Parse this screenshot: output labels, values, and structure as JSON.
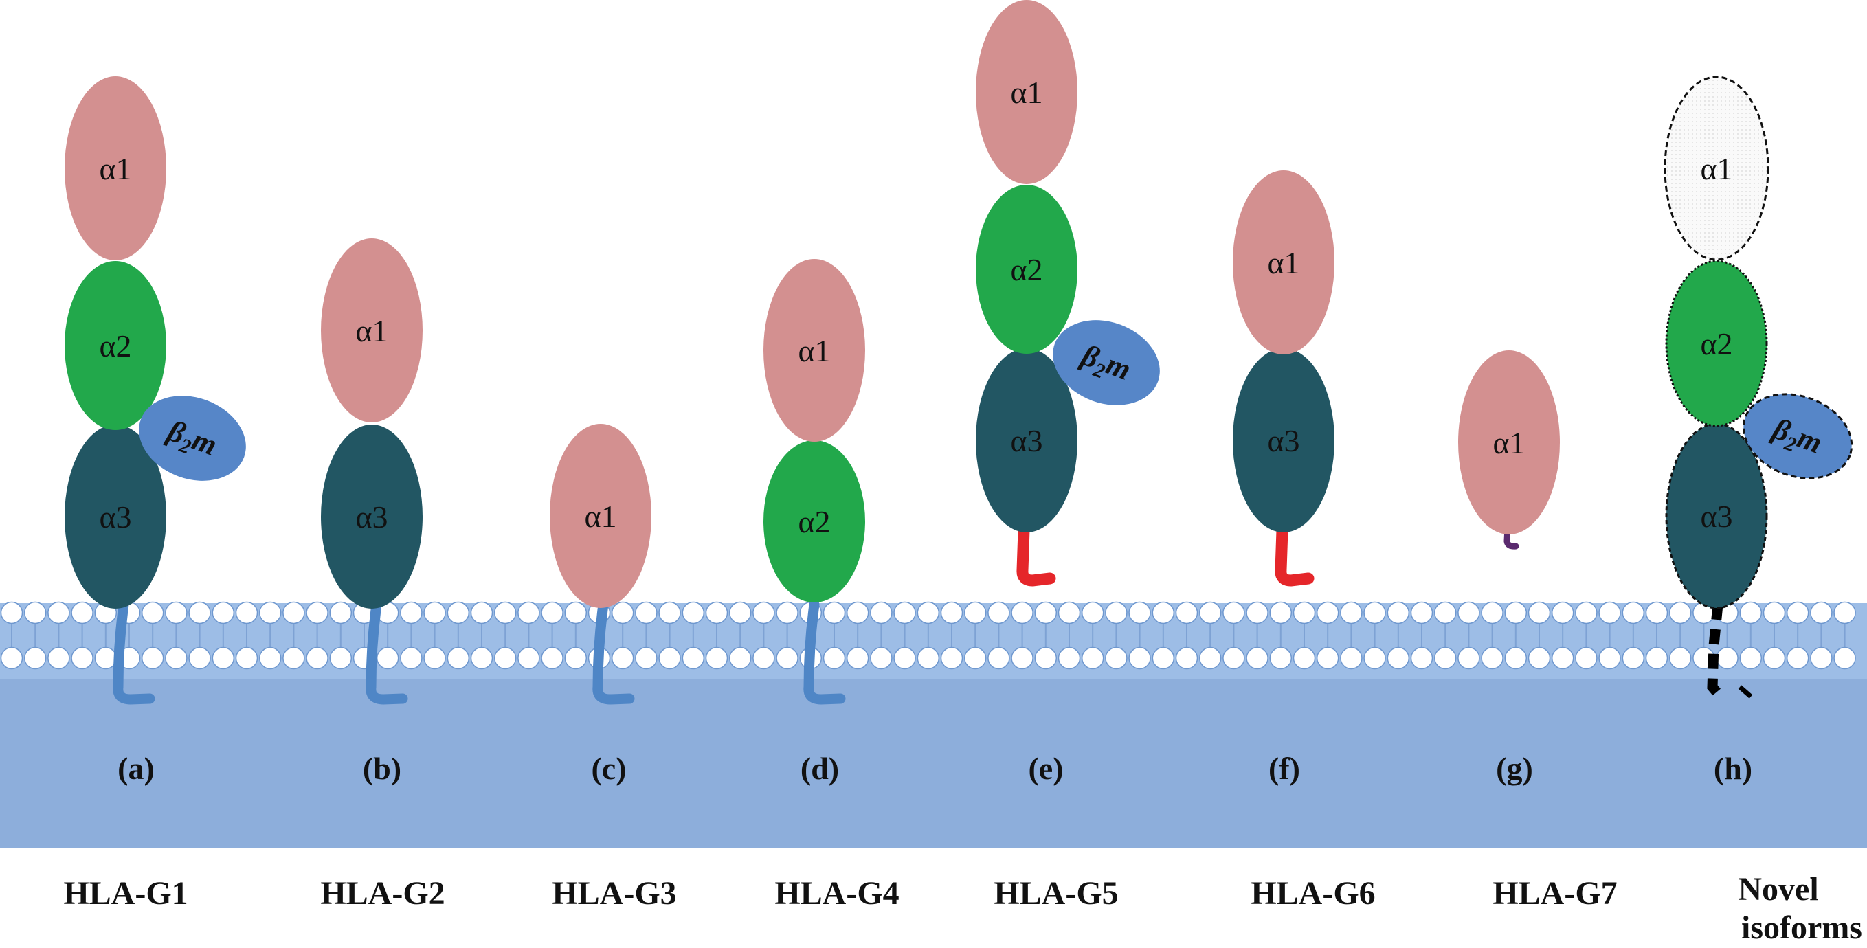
{
  "colors": {
    "alpha1": "#d39090",
    "alpha2": "#22a84b",
    "alpha3": "#225663",
    "b2m": "#5686c8",
    "tail_blue": "#4f86c6",
    "tail_red": "#e5262a",
    "tail_purple": "#5a2a6e",
    "cytoplasm": "#8daedb",
    "membrane_band": "#9dbde6",
    "lipid_head": "#ffffff"
  },
  "isoforms": [
    {
      "panel": "(a)",
      "name": "HLA-G1",
      "domains": [
        "α1",
        "α2",
        "α3"
      ],
      "b2m": {
        "text": "β",
        "sub": "2",
        "suffix": "m"
      },
      "tail": "transmembrane"
    },
    {
      "panel": "(b)",
      "name": "HLA-G2",
      "domains": [
        "α1",
        "α3"
      ],
      "tail": "transmembrane"
    },
    {
      "panel": "(c)",
      "name": "HLA-G3",
      "domains": [
        "α1"
      ],
      "tail": "transmembrane"
    },
    {
      "panel": "(d)",
      "name": "HLA-G4",
      "domains": [
        "α1",
        "α2"
      ],
      "tail": "transmembrane"
    },
    {
      "panel": "(e)",
      "name": "HLA-G5",
      "domains": [
        "α1",
        "α2",
        "α3"
      ],
      "b2m": {
        "text": "β",
        "sub": "2",
        "suffix": "m"
      },
      "tail": "soluble"
    },
    {
      "panel": "(f)",
      "name": "HLA-G6",
      "domains": [
        "α1",
        "α3"
      ],
      "tail": "soluble"
    },
    {
      "panel": "(g)",
      "name": "HLA-G7",
      "domains": [
        "α1"
      ],
      "tail": "short"
    },
    {
      "panel": "(h)",
      "name_line1": "Novel",
      "name_line2": "isoforms",
      "domains": [
        "α1",
        "α2",
        "α3"
      ],
      "b2m": {
        "text": "β",
        "sub": "2",
        "suffix": "m"
      },
      "tail": "dashed"
    }
  ]
}
